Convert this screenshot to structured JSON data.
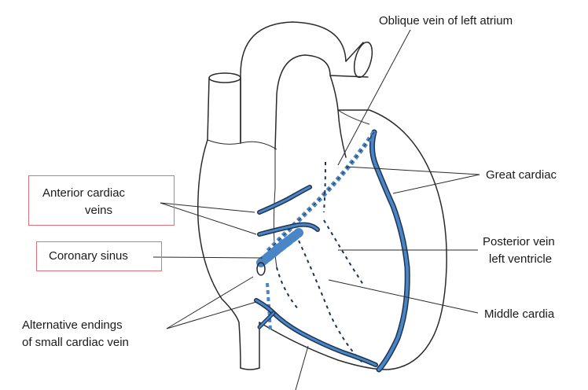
{
  "labels": {
    "oblique_vein": "Oblique vein of left atrium",
    "great_cardiac": "Great cardiac",
    "anterior_cardiac_line1": "Anterior cardiac",
    "anterior_cardiac_line2": "veins",
    "coronary_sinus": "Coronary sinus",
    "posterior_vein_line1": "Posterior vein",
    "posterior_vein_line2": "left ventricle",
    "middle_cardiac": "Middle cardia",
    "alternative_endings_line1": "Alternative endings",
    "alternative_endings_line2": "of small cardiac vein"
  },
  "colors": {
    "vein_blue": "#4a86c5",
    "highlight_box": "#e0707a",
    "line": "#2a2a2a"
  }
}
